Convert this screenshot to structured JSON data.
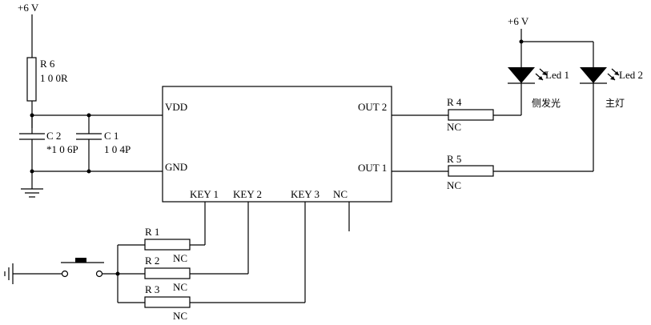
{
  "supply": {
    "top_left": "+6 V",
    "top_right": "+6 V"
  },
  "resistors": {
    "r6": {
      "ref": "R 6",
      "value": "1 0 0R"
    },
    "r4": {
      "ref": "R 4",
      "value": "NC"
    },
    "r5": {
      "ref": "R 5",
      "value": "NC"
    },
    "r1": {
      "ref": "R 1",
      "value": "NC"
    },
    "r2": {
      "ref": "R 2",
      "value": "NC"
    },
    "r3": {
      "ref": "R 3",
      "value": "NC"
    }
  },
  "capacitors": {
    "c2": {
      "ref": "C 2",
      "value": "*1 0 6P"
    },
    "c1": {
      "ref": "C 1",
      "value": "1 0 4P"
    }
  },
  "ic": {
    "pins": {
      "vdd": "VDD",
      "gnd": "GND",
      "out2": "OUT 2",
      "out1": "OUT 1",
      "key1": "KEY 1",
      "key2": "KEY 2",
      "key3": "KEY 3",
      "nc": "NC"
    }
  },
  "leds": {
    "led1": {
      "ref": "Led 1",
      "caption": "侧发光"
    },
    "led2": {
      "ref": "Led 2",
      "caption": "主灯"
    }
  }
}
